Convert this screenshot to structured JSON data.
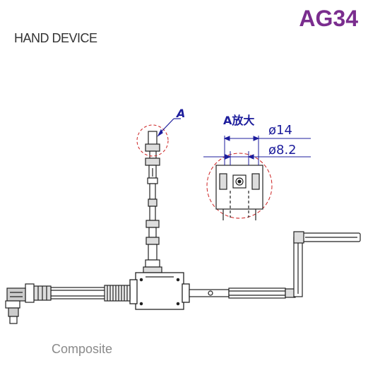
{
  "header": {
    "product_code": "AG34",
    "title": "HAND DEVICE"
  },
  "drawing": {
    "callout_label": "A",
    "detail_label": "A放大",
    "dimension_outer": "ø14",
    "dimension_inner": "ø8.2"
  },
  "footer": {
    "caption": "Composite"
  },
  "colors": {
    "product_code": "#7a2d8e",
    "dimension_ink": "#1d1d9c",
    "highlight_circle": "#cc2222",
    "line_ink": "#222222"
  }
}
